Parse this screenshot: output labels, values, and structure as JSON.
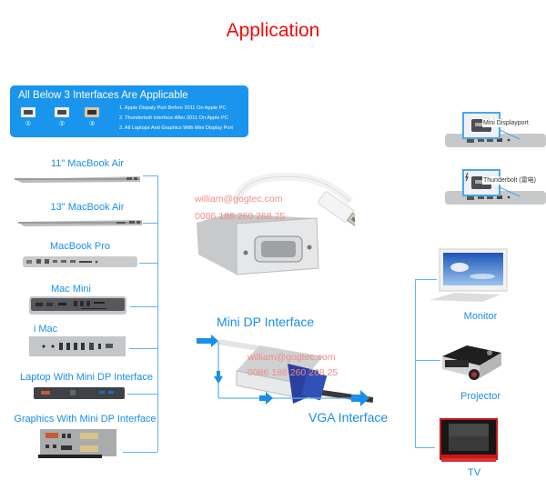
{
  "title": "Application",
  "info_box": {
    "heading": "All Below 3 Interfaces Are Applicable",
    "port_numbers": [
      "①",
      "②",
      "③"
    ],
    "lines": [
      "1. Apple Dispaly Port Before 2011 On Apple PC",
      "2. Thunderbolt Interface After 2011 On Apple PC",
      "3. All Laptops And Graphics With Mini Display Port"
    ]
  },
  "sources": [
    {
      "label": "11\" MacBook Air",
      "icon": "macbook-air-icon"
    },
    {
      "label": "13\" MacBook Air",
      "icon": "macbook-air-icon"
    },
    {
      "label": "MacBook Pro",
      "icon": "macbook-pro-icon"
    },
    {
      "label": "Mac Mini",
      "icon": "mac-mini-icon"
    },
    {
      "label": "i Mac",
      "icon": "imac-ports-icon"
    },
    {
      "label": "Laptop With Mini DP Interface",
      "icon": "laptop-icon"
    },
    {
      "label": "Graphics With Mini DP Interface",
      "icon": "graphics-card-icon"
    }
  ],
  "port_callouts": [
    {
      "label": "Mini Displayport",
      "icon": "mini-displayport-icon"
    },
    {
      "label": "Thunderbolt (雷电)",
      "icon": "thunderbolt-icon"
    }
  ],
  "watermark": {
    "email": "william@gogtec.com",
    "phone": "0086 188 260 268 25"
  },
  "diagram": {
    "input_label": "Mini DP Interface",
    "output_label": "VGA Interface"
  },
  "outputs": [
    {
      "label": "Monitor",
      "icon": "monitor-icon"
    },
    {
      "label": "Projector",
      "icon": "projector-icon"
    },
    {
      "label": "TV",
      "icon": "tv-icon"
    }
  ],
  "colors": {
    "title": "#ee0c0c",
    "accent_blue": "#1a95ee",
    "line_blue": "#5db4f0",
    "watermark": "#f28c84"
  }
}
